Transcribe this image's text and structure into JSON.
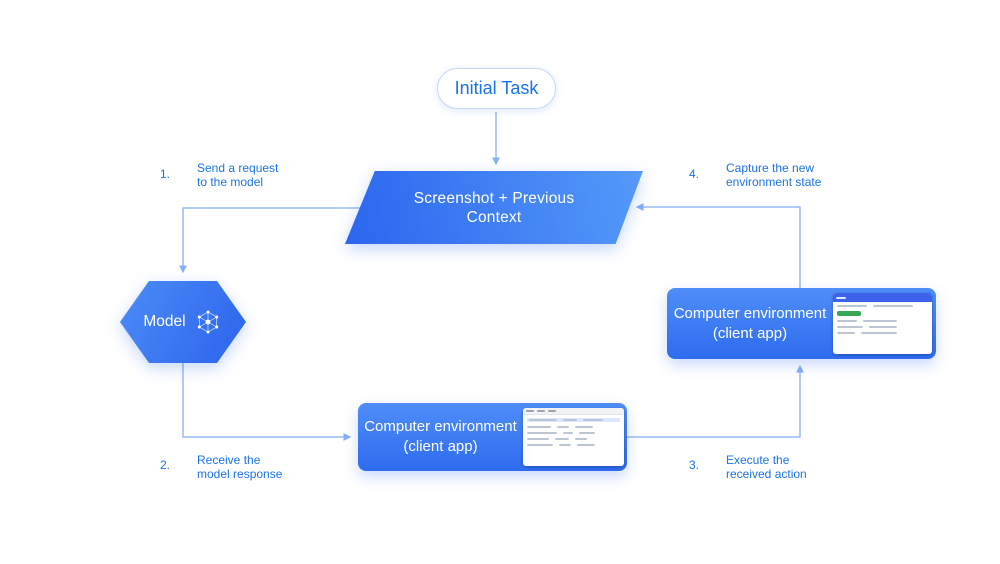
{
  "nodes": {
    "initial_task": {
      "label": "Initial Task"
    },
    "screenshot_context": {
      "lines": [
        "Screenshot + Previous",
        "Context"
      ]
    },
    "model": {
      "label": "Model"
    },
    "computer_env_bottom": {
      "lines": [
        "Computer environment",
        "(client app)"
      ]
    },
    "computer_env_right": {
      "lines": [
        "Computer environment",
        "(client app)"
      ]
    }
  },
  "steps": [
    {
      "number": "1.",
      "lines": [
        "Send a request",
        "to the model"
      ]
    },
    {
      "number": "2.",
      "lines": [
        "Receive the",
        "model response"
      ]
    },
    {
      "number": "3.",
      "lines": [
        "Execute the",
        "received action"
      ]
    },
    {
      "number": "4.",
      "lines": [
        "Capture the new",
        "environment state"
      ]
    }
  ],
  "icons": {
    "model_icon": "neural-network-icon"
  },
  "colors": {
    "accent_text": "#1a73e8",
    "arrow": "#85aef8",
    "node_blue_dark": "#2b66ee",
    "node_blue_light": "#5599f9",
    "pill_border": "#c5d9fb",
    "thumbnail_header_blue": "#3c63e9",
    "thumbnail_green": "#34a853"
  }
}
